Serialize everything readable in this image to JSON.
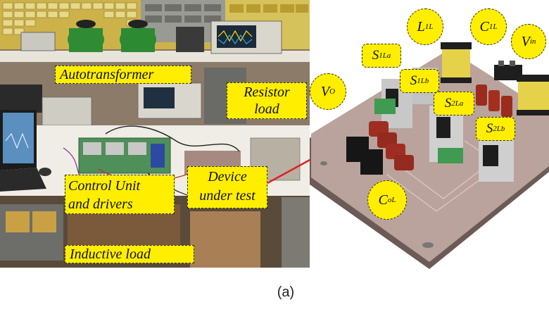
{
  "caption": "(a)",
  "setup_labels": {
    "autotransformer": "Autotransformer",
    "resistor_load_line1": "Resistor",
    "resistor_load_line2": "load",
    "control_unit_line1": "Control Unit",
    "control_unit_line2": "and drivers",
    "device_under_test_line1": "Device",
    "device_under_test_line2": "under test",
    "inductive_load": "Inductive load"
  },
  "pcb_labels": {
    "l1l": {
      "main": "L",
      "sub": "1L"
    },
    "c1l": {
      "main": "C",
      "sub": "1L"
    },
    "vin": {
      "main": "V",
      "sub": "in"
    },
    "vo": {
      "main": "V",
      "sub": "O"
    },
    "col": {
      "main": "C",
      "sub": "oL"
    },
    "s1la": {
      "main": "S",
      "sub": "1La"
    },
    "s1lb": {
      "main": "S",
      "sub": "1Lb"
    },
    "s2la": {
      "main": "S",
      "sub": "2La"
    },
    "s2lb": {
      "main": "S",
      "sub": "2Lb"
    }
  },
  "colors": {
    "label_fill": "#ffee00",
    "arrow": "#e02020",
    "pcb": "#b9a39c"
  }
}
